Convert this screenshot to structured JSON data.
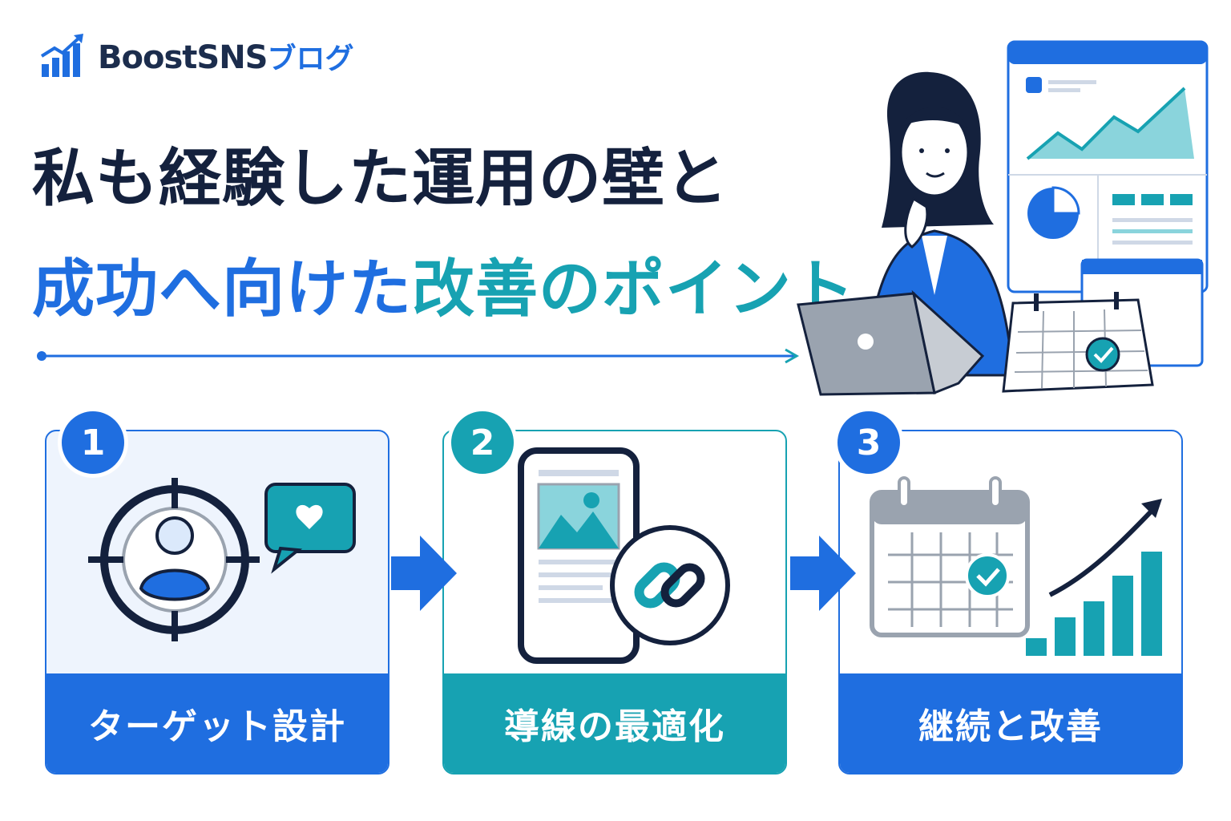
{
  "header": {
    "brand": "BoostSNS",
    "brand_suffix": "ブログ"
  },
  "title": {
    "line1": "私も経験した運用の壁と",
    "line2_blue": "成功へ向けた",
    "line2_teal": "改善のポイント"
  },
  "steps": [
    {
      "number": "1",
      "label": "ターゲット設計",
      "icon": "target-user-icon"
    },
    {
      "number": "2",
      "label": "導線の最適化",
      "icon": "smartphone-link-icon"
    },
    {
      "number": "3",
      "label": "継続と改善",
      "icon": "calendar-growth-icon"
    }
  ],
  "colors": {
    "navy": "#14213d",
    "blue": "#1f6ee0",
    "teal": "#17a2b2",
    "light_blue_bg": "#eef4fd"
  }
}
